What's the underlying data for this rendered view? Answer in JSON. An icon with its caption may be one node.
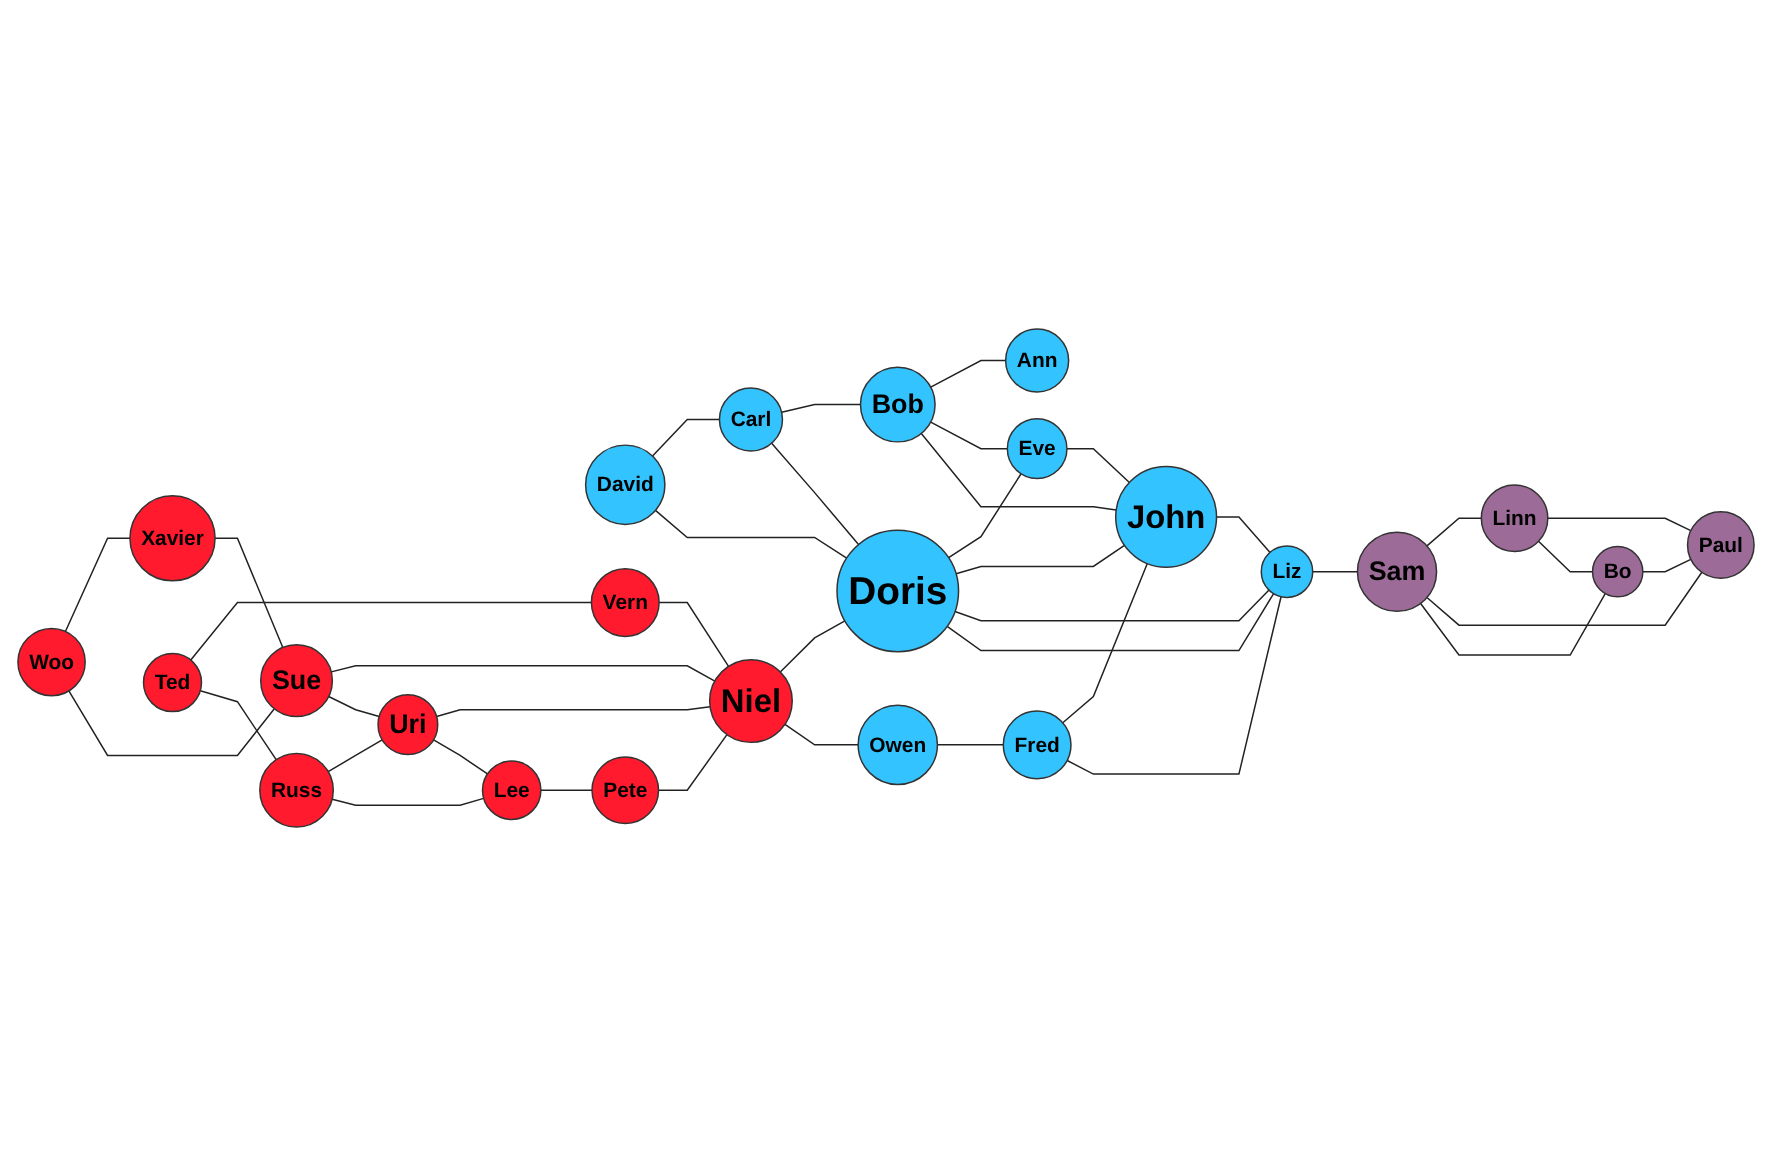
{
  "diagram": {
    "nodes": [
      {
        "text": [
          "Xavier"
        ]
      },
      {
        "text": [
          "Woo"
        ]
      },
      {
        "text": [
          "Ann"
        ]
      },
      {
        "text": [
          "Sue"
        ]
      },
      {
        "text": [
          "David"
        ]
      },
      {
        "text": [
          "Carl"
        ]
      },
      {
        "text": [
          "Bob"
        ]
      },
      {
        "text": [
          "Eve"
        ]
      },
      {
        "text": [
          "Vern"
        ]
      },
      {
        "text": [
          "Ted"
        ]
      },
      {
        "text": [
          "Niel"
        ]
      },
      {
        "text": [
          "Doris"
        ]
      },
      {
        "text": [
          "John"
        ]
      },
      {
        "text": [
          "Uri"
        ]
      },
      {
        "text": [
          "Owen"
        ]
      },
      {
        "text": [
          "Fred"
        ]
      },
      {
        "text": [
          "Russ"
        ]
      },
      {
        "text": [
          "Liz"
        ]
      },
      {
        "text": [
          "Pete"
        ]
      },
      {
        "text": [
          "Lee"
        ]
      },
      {
        "text": [
          "Sam"
        ]
      },
      {
        "text": [
          "Linn"
        ]
      },
      {
        "text": [
          "Paul"
        ]
      },
      {
        "text": [
          "Bo"
        ]
      }
    ],
    "edges": [
      {
        "from": 1,
        "to": 0,
        "arrow": "none"
      },
      {
        "from": 1,
        "to": 3,
        "arrow": "none"
      },
      {
        "from": 0,
        "to": 3,
        "arrow": "none"
      },
      {
        "from": 3,
        "to": 10,
        "arrow": "none"
      },
      {
        "from": 3,
        "to": 13,
        "arrow": "none"
      },
      {
        "from": 9,
        "to": 8,
        "arrow": "none"
      },
      {
        "from": 8,
        "to": 10,
        "arrow": "none"
      },
      {
        "from": 9,
        "to": 16,
        "arrow": "none"
      },
      {
        "from": 13,
        "to": 10,
        "arrow": "none"
      },
      {
        "from": 16,
        "to": 13,
        "arrow": "none"
      },
      {
        "from": 13,
        "to": 19,
        "arrow": "none"
      },
      {
        "from": 16,
        "to": 19,
        "arrow": "none"
      },
      {
        "from": 19,
        "to": 18,
        "arrow": "none"
      },
      {
        "from": 18,
        "to": 10,
        "arrow": "none"
      },
      {
        "from": 10,
        "to": 11,
        "arrow": "none"
      },
      {
        "from": 10,
        "to": 14,
        "arrow": "none"
      },
      {
        "from": 14,
        "to": 15,
        "arrow": "none"
      },
      {
        "from": 4,
        "to": 5,
        "arrow": "none"
      },
      {
        "from": 5,
        "to": 6,
        "arrow": "none"
      },
      {
        "from": 6,
        "to": 2,
        "arrow": "none"
      },
      {
        "from": 4,
        "to": 11,
        "arrow": "none"
      },
      {
        "from": 5,
        "to": 11,
        "arrow": "none"
      },
      {
        "from": 6,
        "to": 7,
        "arrow": "none"
      },
      {
        "from": 6,
        "to": 12,
        "arrow": "none"
      },
      {
        "from": 7,
        "to": 12,
        "arrow": "none"
      },
      {
        "from": 11,
        "to": 7,
        "arrow": "none"
      },
      {
        "from": 11,
        "to": 12,
        "arrow": "none"
      },
      {
        "from": 11,
        "to": 17,
        "arrow": "none"
      },
      {
        "from": 17,
        "to": 11,
        "arrow": "none"
      },
      {
        "from": 15,
        "to": 12,
        "arrow": "none"
      },
      {
        "from": 15,
        "to": 17,
        "arrow": "none"
      },
      {
        "from": 12,
        "to": 17,
        "arrow": "none"
      },
      {
        "from": 17,
        "to": 20,
        "arrow": "none"
      },
      {
        "from": 20,
        "to": 21,
        "arrow": "none"
      },
      {
        "from": 20,
        "to": 22,
        "arrow": "none"
      },
      {
        "from": 20,
        "to": 23,
        "arrow": "none"
      },
      {
        "from": 21,
        "to": 22,
        "arrow": "none"
      },
      {
        "from": 21,
        "to": 23,
        "arrow": "none"
      },
      {
        "from": 23,
        "to": 22,
        "arrow": "none"
      }
    ]
  }
}
